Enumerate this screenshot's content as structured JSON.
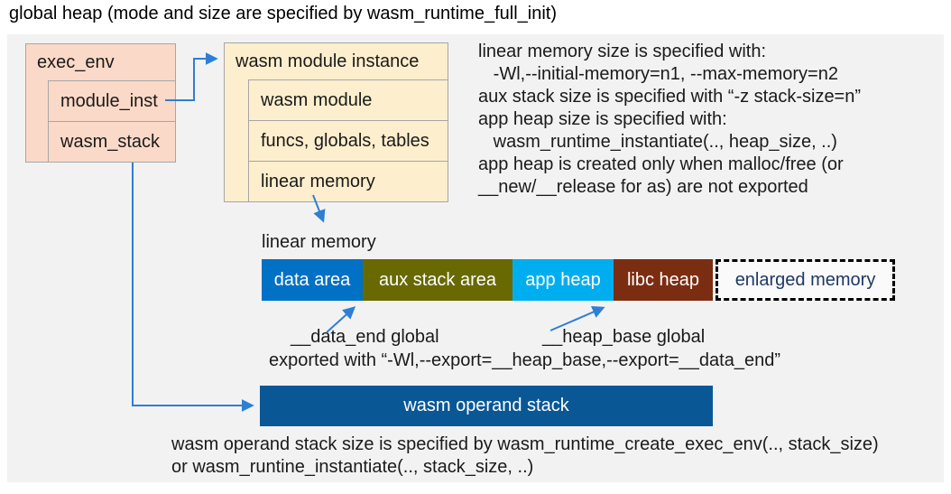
{
  "page": {
    "title": "global heap (mode and size are specified by wasm_runtime_full_init)"
  },
  "exec_env": {
    "title": "exec_env",
    "rows": [
      "module_inst",
      "wasm_stack"
    ]
  },
  "module_instance": {
    "title": "wasm module instance",
    "rows": [
      "wasm module",
      "funcs, globals, tables",
      "linear memory"
    ]
  },
  "notes": {
    "lines": [
      "linear memory size is specified with:",
      "   -Wl,--initial-memory=n1, --max-memory=n2",
      "aux stack size is specified with “-z stack-size=n”",
      "app heap size is specified with:",
      "   wasm_runtime_instantiate(.., heap_size, ..)",
      "app heap is created only when malloc/free (or",
      "__new/__release for as) are not exported"
    ]
  },
  "linear_memory": {
    "label": "linear memory",
    "segments": [
      {
        "label": "data area",
        "color": "#0071c5"
      },
      {
        "label": "aux stack area",
        "color": "#686900"
      },
      {
        "label": "app heap",
        "color": "#00aeef"
      },
      {
        "label": "libc heap",
        "color": "#7b2d12"
      }
    ],
    "enlarged": {
      "label": "enlarged memory",
      "text_color": "#1f3864"
    }
  },
  "annotations": {
    "data_end": "__data_end global",
    "heap_base": "__heap_base global",
    "exported": "exported with “-Wl,--export=__heap_base,--export=__data_end”"
  },
  "operand_stack": {
    "label": "wasm operand stack",
    "color": "#0a5796"
  },
  "footer": {
    "lines": [
      "wasm operand stack size is specified by wasm_runtime_create_exec_env(.., stack_size)",
      "or wasm_runtine_instantiate(.., stack_size, ..)"
    ]
  },
  "colors": {
    "panel_bg": "#f2f2f2",
    "exec_env_fill": "#fbd9c8",
    "module_instance_fill": "#fdeecd",
    "box_border": "#a6a6a6",
    "connector": "#2e7fd4"
  }
}
